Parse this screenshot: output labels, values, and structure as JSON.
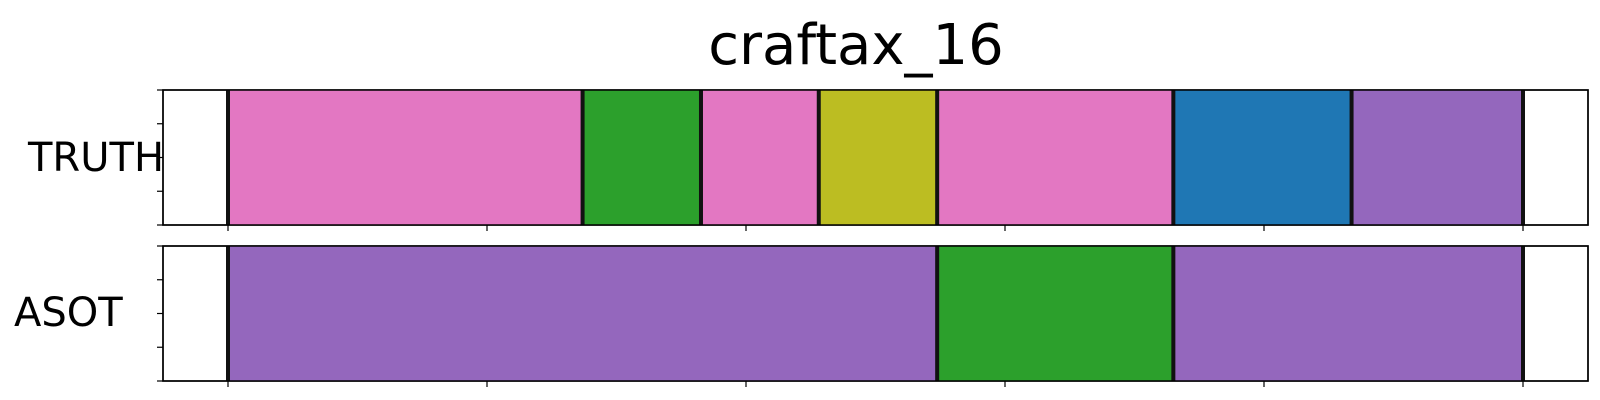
{
  "chart_data": {
    "type": "bar",
    "title": "craftax_16",
    "xlim": [
      0,
      22
    ],
    "segment_kind": "temporal action segmentation (stacked horizontal spans)",
    "rows": [
      {
        "label": "TRUTH",
        "segments": [
          {
            "start": 1.0,
            "end": 6.75,
            "color": "#e377c2"
          },
          {
            "start": 6.75,
            "end": 8.67,
            "color": "#2ca02c"
          },
          {
            "start": 8.67,
            "end": 10.58,
            "color": "#e377c2"
          },
          {
            "start": 10.58,
            "end": 12.5,
            "color": "#bcbd22"
          },
          {
            "start": 12.5,
            "end": 16.33,
            "color": "#e377c2"
          },
          {
            "start": 16.33,
            "end": 19.22,
            "color": "#1f77b4"
          },
          {
            "start": 19.22,
            "end": 23.0,
            "color": "#9467bd"
          }
        ]
      },
      {
        "label": "ASOT",
        "segments": [
          {
            "start": 1.0,
            "end": 12.5,
            "color": "#9467bd"
          },
          {
            "start": 12.5,
            "end": 16.33,
            "color": "#2ca02c"
          },
          {
            "start": 16.33,
            "end": 23.0,
            "color": "#9467bd"
          }
        ]
      }
    ]
  }
}
